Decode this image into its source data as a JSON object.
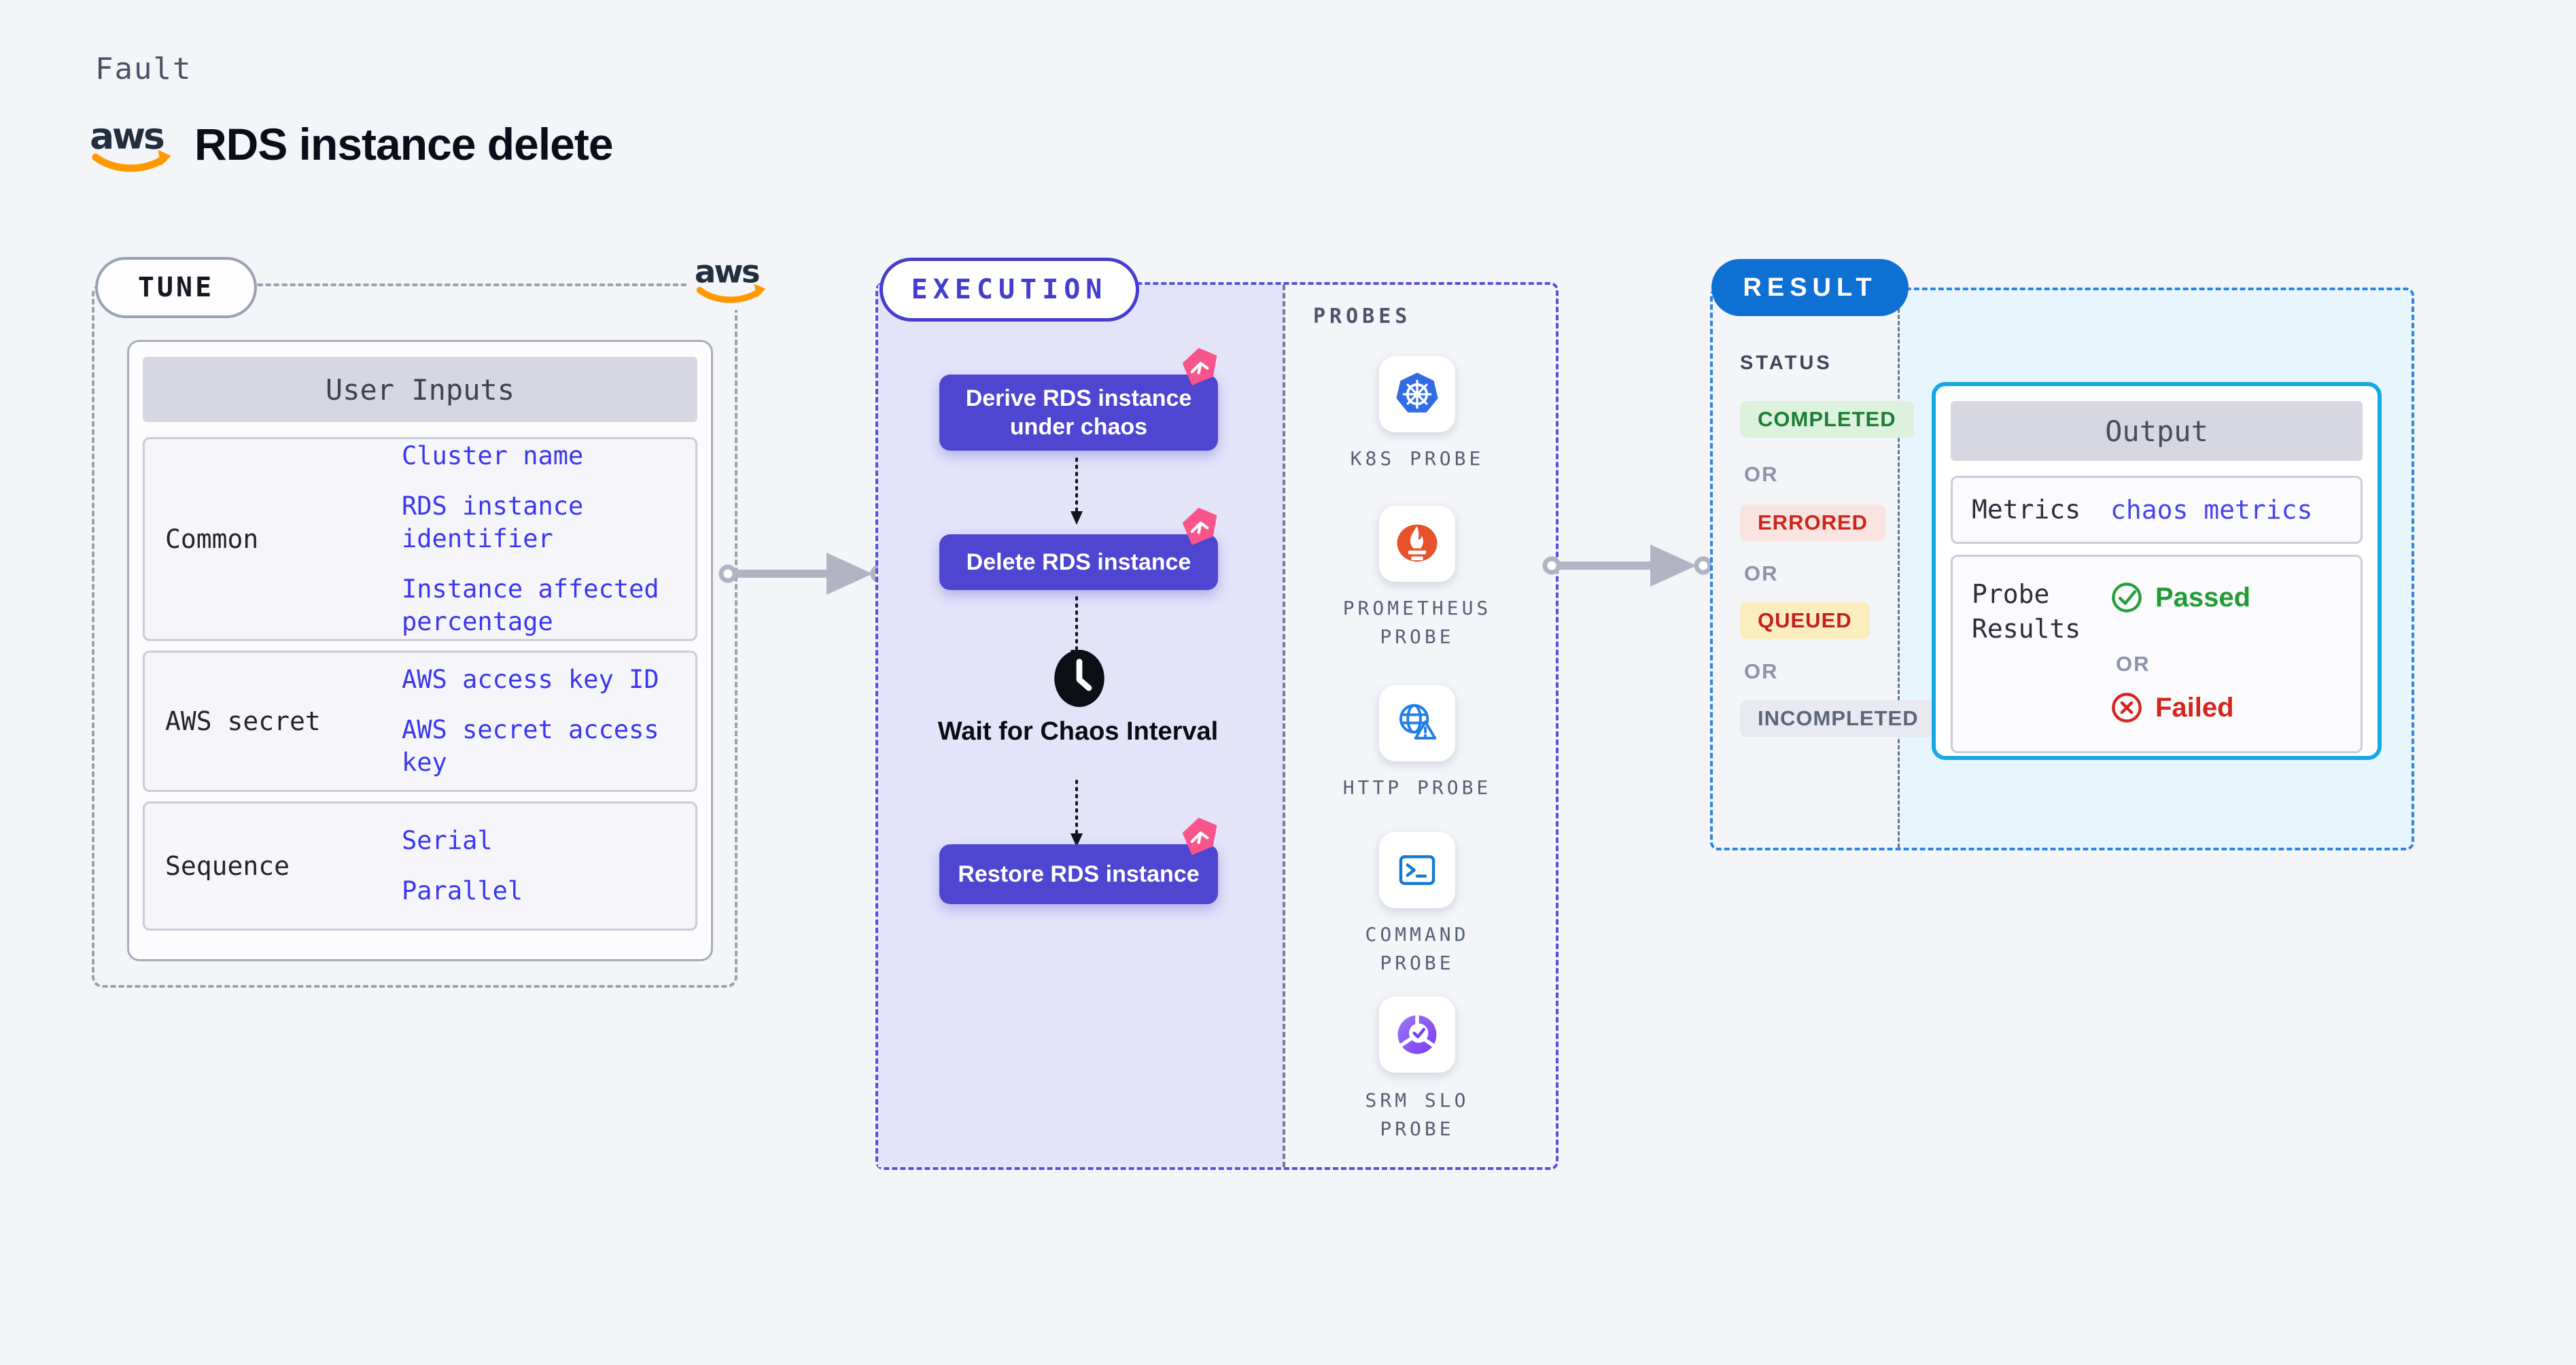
{
  "header": {
    "kind": "Fault",
    "title": "RDS instance delete"
  },
  "tune": {
    "badge": "TUNE",
    "table": {
      "title": "User Inputs",
      "rows": [
        {
          "label": "Common",
          "values": [
            "Cluster name",
            "RDS instance identifier",
            "Instance affected percentage"
          ]
        },
        {
          "label": "AWS secret",
          "values": [
            "AWS access key ID",
            "AWS secret access key"
          ]
        },
        {
          "label": "Sequence",
          "values": [
            "Serial",
            "Parallel"
          ]
        }
      ]
    }
  },
  "execution": {
    "badge": "EXECUTION",
    "steps": [
      "Derive RDS instance under chaos",
      "Delete RDS instance",
      "Restore RDS instance"
    ],
    "wait_label": "Wait for Chaos Interval"
  },
  "probes": {
    "heading": "PROBES",
    "items": [
      {
        "label": "K8S PROBE",
        "icon": "kubernetes-icon"
      },
      {
        "label": "PROMETHEUS PROBE",
        "icon": "prometheus-icon"
      },
      {
        "label": "HTTP PROBE",
        "icon": "http-globe-icon"
      },
      {
        "label": "COMMAND PROBE",
        "icon": "terminal-icon"
      },
      {
        "label": "SRM SLO PROBE",
        "icon": "slo-donut-icon"
      }
    ]
  },
  "result": {
    "badge": "RESULT",
    "status_heading": "STATUS",
    "or_label": "OR",
    "statuses": [
      {
        "label": "COMPLETED",
        "fg": "#1b7f33",
        "bg": "#dcf2dc"
      },
      {
        "label": "ERRORED",
        "fg": "#cd251c",
        "bg": "#fae4e2"
      },
      {
        "label": "QUEUED",
        "fg": "#c32020",
        "bg": "#fcedbe"
      },
      {
        "label": "INCOMPLETED",
        "fg": "#5d6679",
        "bg": "#e8e9f1"
      }
    ],
    "output": {
      "title": "Output",
      "metrics_label": "Metrics",
      "metrics_value": "chaos metrics",
      "probe_results_label": "Probe Results",
      "passed_label": "Passed",
      "failed_label": "Failed"
    }
  },
  "colors": {
    "page_bg": "#f3f5f9",
    "execution_fill": "#e3e3fa",
    "result_fill": "#e7f6fd",
    "step_indigo": "#4e45d0",
    "execution_border": "#5750dd",
    "result_border": "#2c86e1",
    "output_border": "#16a8e4",
    "result_pill_blue": "#0f70d3",
    "link_blue": "#3a38ee",
    "chaos_pink": "#f9558c",
    "aws_orange": "#ff9900",
    "passed_green": "#1f9c33",
    "failed_red": "#d6251c"
  }
}
